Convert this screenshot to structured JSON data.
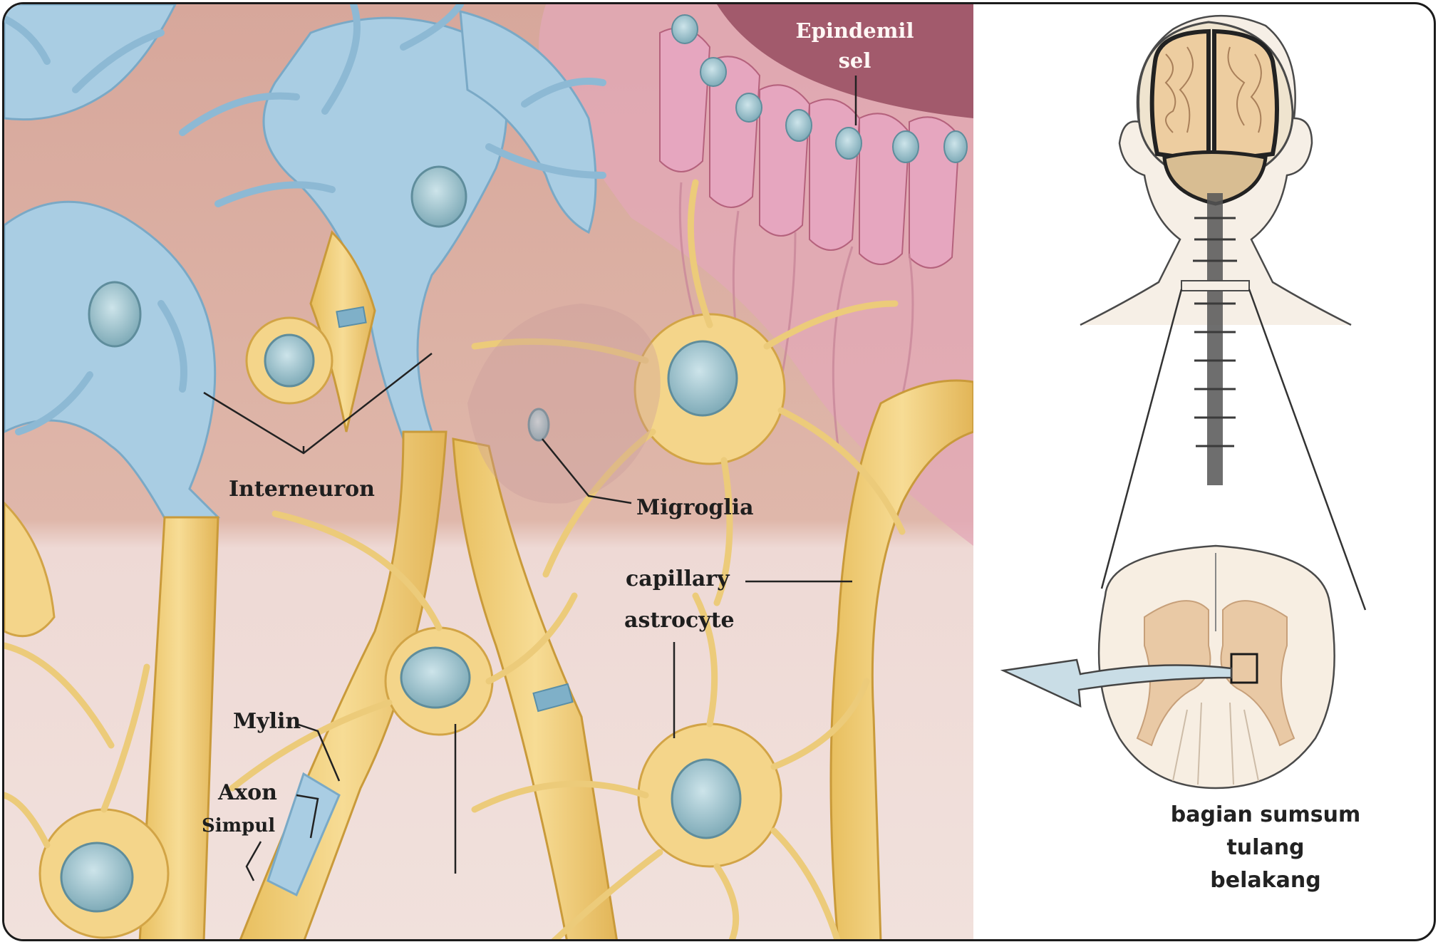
{
  "labels": {
    "epindemil_line1": "Epindemil",
    "epindemil_line2": "sel",
    "interneuron": "Interneuron",
    "migroglia": "Migroglia",
    "capillary": "capillary",
    "astrocyte": "astrocyte",
    "mylin": "Mylin",
    "axon": "Axon",
    "simpul": "Simpul"
  },
  "caption": {
    "line1": "bagian sumsum tulang",
    "line2": "belakang"
  },
  "colors": {
    "interneuron": "#a9cde3",
    "glia": "#f2d17e",
    "ependymal": "#e6a7bd",
    "nucleus": "#8fb9c6",
    "background_upper": "#dcb3a8",
    "background_lower": "#efdcd8"
  }
}
